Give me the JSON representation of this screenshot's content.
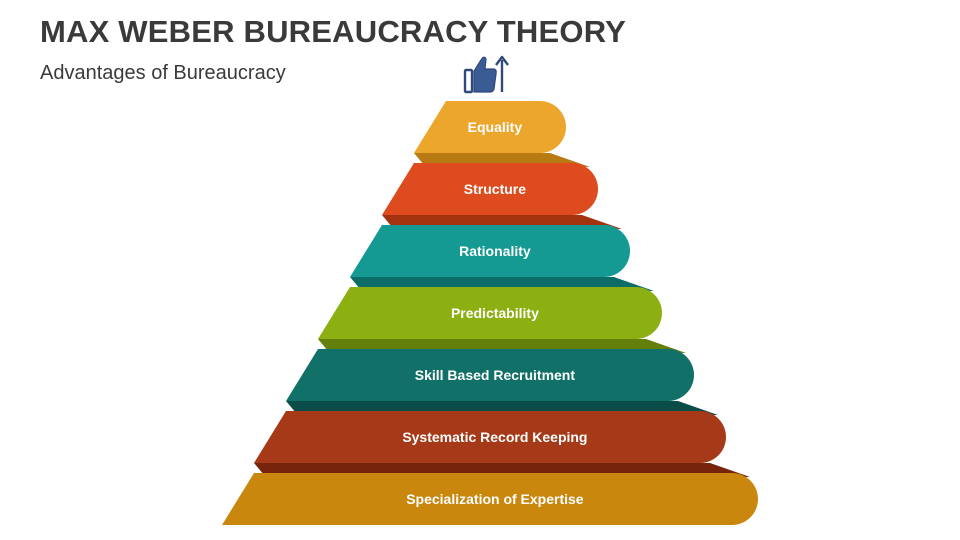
{
  "header": {
    "title": "MAX WEBER BUREAUCRACY THEORY",
    "subtitle": "Advantages of Bureaucracy"
  },
  "icon": "thumbs-up-growth-icon",
  "pyramid": {
    "levels": [
      {
        "label": "Equality",
        "color": "#EDA62C",
        "shadow": "#B87A12"
      },
      {
        "label": "Structure",
        "color": "#DE4B1E",
        "shadow": "#A3330F"
      },
      {
        "label": "Rationality",
        "color": "#159A93",
        "shadow": "#0C6C67"
      },
      {
        "label": "Predictability",
        "color": "#8CAF12",
        "shadow": "#64800A"
      },
      {
        "label": "Skill Based Recruitment",
        "color": "#117068",
        "shadow": "#0A4C47"
      },
      {
        "label": "Systematic Record Keeping",
        "color": "#A63A18",
        "shadow": "#76250C"
      },
      {
        "label": "Specialization of Expertise",
        "color": "#C9870E",
        "shadow": "#8E5E07"
      }
    ]
  }
}
